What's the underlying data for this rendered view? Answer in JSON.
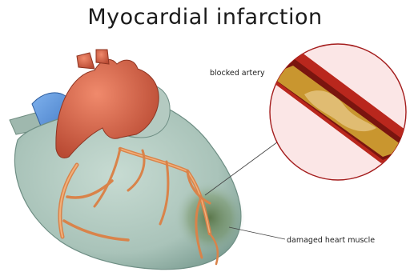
{
  "title": "Myocardial infarction",
  "labels": {
    "blocked_artery": "blocked artery",
    "damaged_muscle": "damaged heart muscle"
  },
  "colors": {
    "heart_body": "#a9c3b9",
    "aorta": "#d9654a",
    "vena_cava": "#4f8fd6",
    "artery": "#d9834a",
    "damage": "#5f7f4f",
    "callout_fill": "#fbe6e6",
    "callout_stroke": "#a41d1d"
  }
}
